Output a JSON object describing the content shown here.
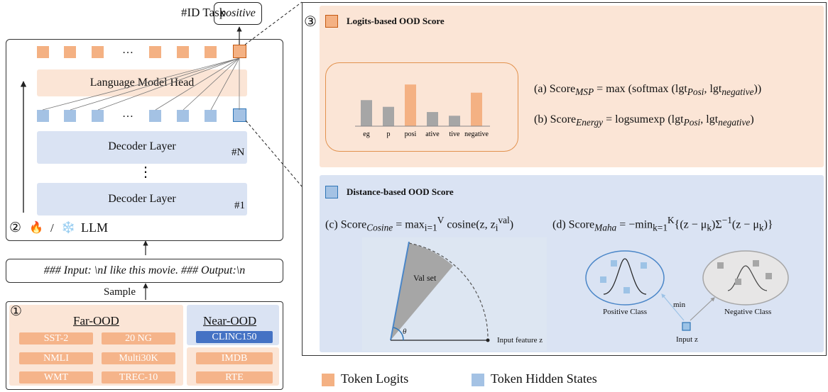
{
  "id_task": {
    "label": "#ID Task",
    "output": "positive"
  },
  "llm": {
    "step": "②",
    "fire_icon": "🔥",
    "slash": "/",
    "snow_icon": "❄️",
    "label": "LLM",
    "ellipsis_top": "…",
    "ellipsis_mid": "…",
    "ellipsis_vert": "⋮",
    "lm_head": "Language Model Head",
    "decoder_top": "Decoder Layer",
    "decoder_top_num": "#N",
    "decoder_bottom": "Decoder Layer",
    "decoder_bottom_num": "#1"
  },
  "prompt": {
    "text": "### Input: \\nI like this movie. ### Output:\\n",
    "sample_label": "Sample"
  },
  "datasets": {
    "step": "①",
    "far_title": "Far-OOD",
    "near_title": "Near-OOD",
    "near_items": [
      "CLINC150"
    ],
    "far_items": [
      "SST-2",
      "20 NG",
      "NMLI",
      "Multi30K",
      "IMDB",
      "WMT",
      "TREC-10",
      "RTE"
    ]
  },
  "scores": {
    "step": "③",
    "logits_title": "Logits-based OOD Score",
    "logits_chart": {
      "categories": [
        "eg",
        "p",
        "posi",
        "ative",
        "tive",
        "negative"
      ],
      "values": [
        35,
        26,
        56,
        19,
        14,
        45
      ],
      "colors": [
        "#a6a6a6",
        "#a6a6a6",
        "#f4b183",
        "#a6a6a6",
        "#a6a6a6",
        "#f4b183"
      ]
    },
    "formula_a": {
      "prefix": "(a) Score",
      "sub": "MSP",
      "body": " = max (softmax (lgt",
      "s1": "Posi",
      "mid": ", lgt",
      "s2": "negative",
      "end": "))"
    },
    "formula_b": {
      "prefix": "(b) Score",
      "sub": "Energy",
      "body": " = logsumexp (lgt",
      "s1": "Posi",
      "mid": ", lgt",
      "s2": "negative",
      "end": ")"
    },
    "distance_title": "Distance-based OOD Score",
    "formula_c": {
      "prefix": "(c) Score",
      "sub": "Cosine",
      "body": " = max",
      "lim_sup": "V",
      "lim_sub": "i=1",
      "rest": " cosine(z, z",
      "z_sup": "val",
      "z_sub": "i",
      "end": ")"
    },
    "formula_d": {
      "prefix": "(d) Score",
      "sub": "Maha",
      "body": " = −min",
      "lim_sup": "K",
      "lim_sub": "k=1",
      "rest": "{(z − μ",
      "k1": "k",
      "mid": ")Σ",
      "inv": "−1",
      "mid2": "(z − μ",
      "k2": "k",
      "end": ")}"
    },
    "val_set": "Val set",
    "theta": "θ",
    "input_feature": "Input feature z",
    "positive_class": "Positive Class",
    "negative_class": "Negative Class",
    "min_label": "min",
    "input_z": "Input z"
  },
  "legend": {
    "token_logits": "Token Logits",
    "token_hidden": "Token Hidden States"
  },
  "colors": {
    "orange": "#f4b183",
    "blue": "#a4c2e4",
    "orange_panel": "#fbe5d6",
    "blue_panel": "#dae3f3",
    "gray": "#a6a6a6"
  }
}
